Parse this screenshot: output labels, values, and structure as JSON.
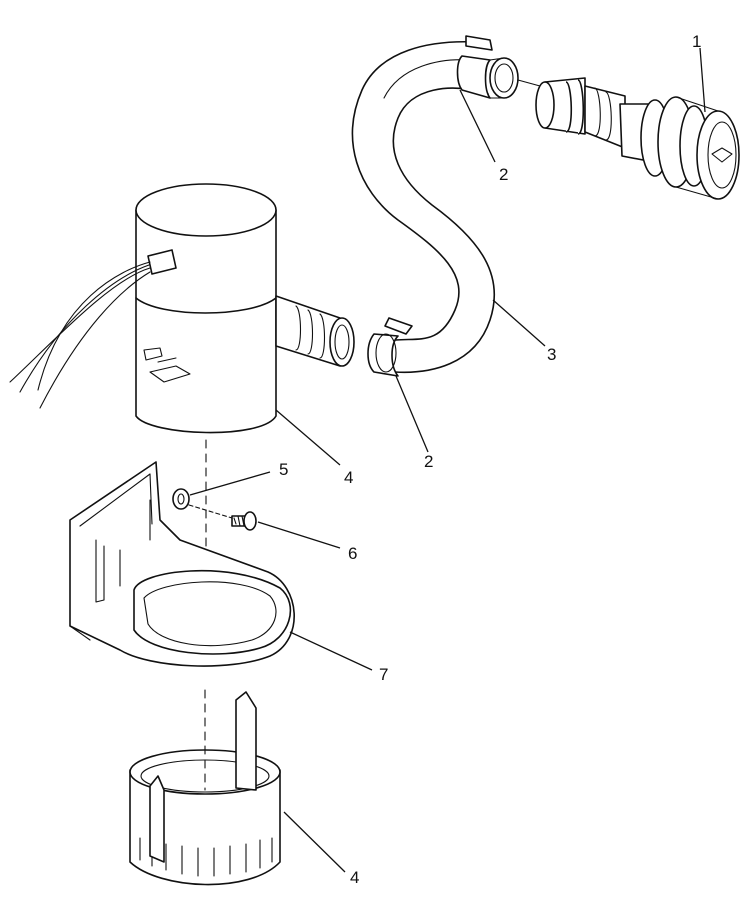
{
  "callouts": [
    {
      "id": "c1",
      "text": "1"
    },
    {
      "id": "c2a",
      "text": "2"
    },
    {
      "id": "c3",
      "text": "3"
    },
    {
      "id": "c2b",
      "text": "2"
    },
    {
      "id": "c4a",
      "text": "4"
    },
    {
      "id": "c5",
      "text": "5"
    },
    {
      "id": "c6",
      "text": "6"
    },
    {
      "id": "c7",
      "text": "7"
    },
    {
      "id": "c4b",
      "text": "4"
    }
  ],
  "colors": {
    "line": "#111111",
    "background": "#ffffff"
  }
}
